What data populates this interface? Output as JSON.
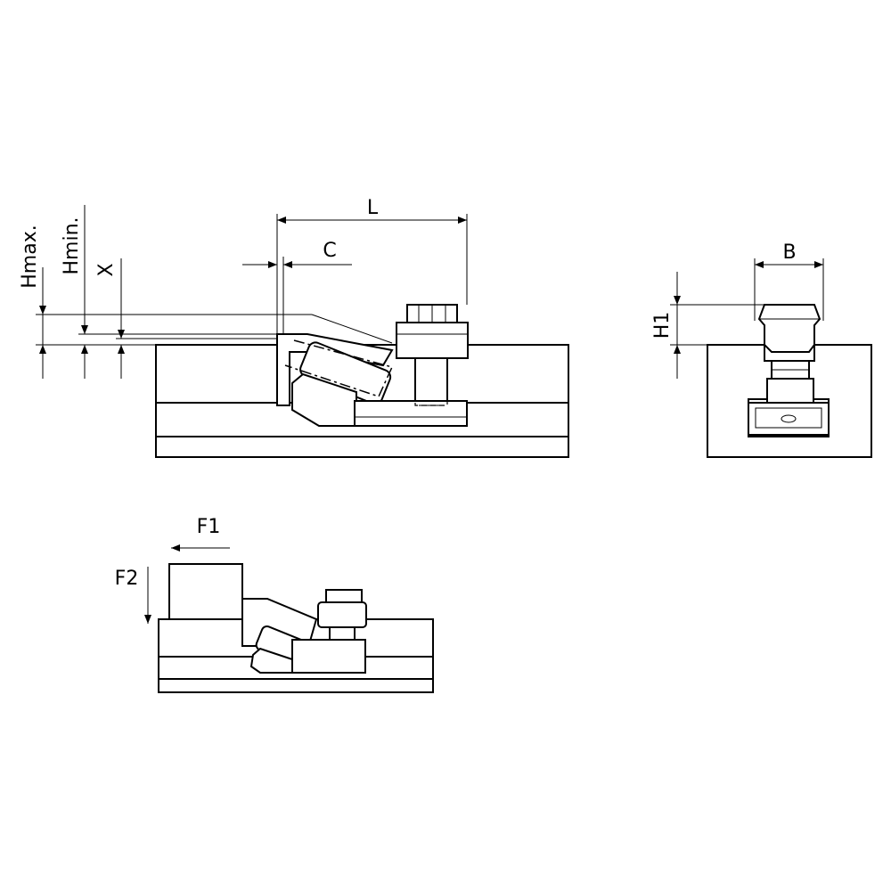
{
  "labels": {
    "l": "L",
    "c": "C",
    "hmax": "Hmax.",
    "hmin": "Hmin.",
    "x": "X",
    "b": "B",
    "h1": "H1",
    "f1": "F1",
    "f2": "F2"
  },
  "colors": {
    "line": "#000000",
    "background": "#ffffff"
  }
}
